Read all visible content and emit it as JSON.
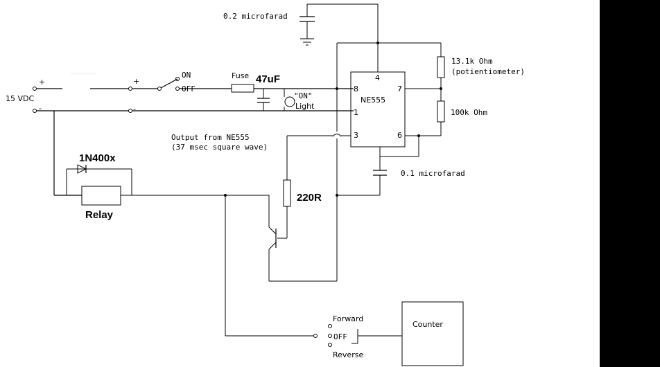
{
  "power": {
    "label": "15 VDC",
    "plus": "+",
    "minus": "-"
  },
  "switch": {
    "plus": "+",
    "minus": "-",
    "on": "ON",
    "off": "OFF"
  },
  "fuse": {
    "label": "Fuse"
  },
  "capacitor_47": {
    "label": "47uF"
  },
  "light": {
    "label_top": "\"ON\"",
    "label_bottom": "Light"
  },
  "cap_top": {
    "label": "0.2 microfarad"
  },
  "ne555": {
    "name": "NE555",
    "pin4": "4",
    "pin8": "8",
    "pin7": "7",
    "pin1": "1",
    "pin3": "3",
    "pin6": "6"
  },
  "pot": {
    "label_1": "13.1k Ohm",
    "label_2": "(potientiometer)"
  },
  "res_100k": {
    "label": "100k Ohm"
  },
  "cap_timing": {
    "label": "0.1 microfarad"
  },
  "output_note": {
    "line1": "Output from NE555",
    "line2": "(37 msec square wave)"
  },
  "diode": {
    "label": "1N400x"
  },
  "relay": {
    "label": "Relay"
  },
  "res_220": {
    "label": "220R"
  },
  "selector": {
    "forward": "Forward",
    "off": "OFF",
    "reverse": "Reverse"
  },
  "counter": {
    "label": "Counter"
  }
}
